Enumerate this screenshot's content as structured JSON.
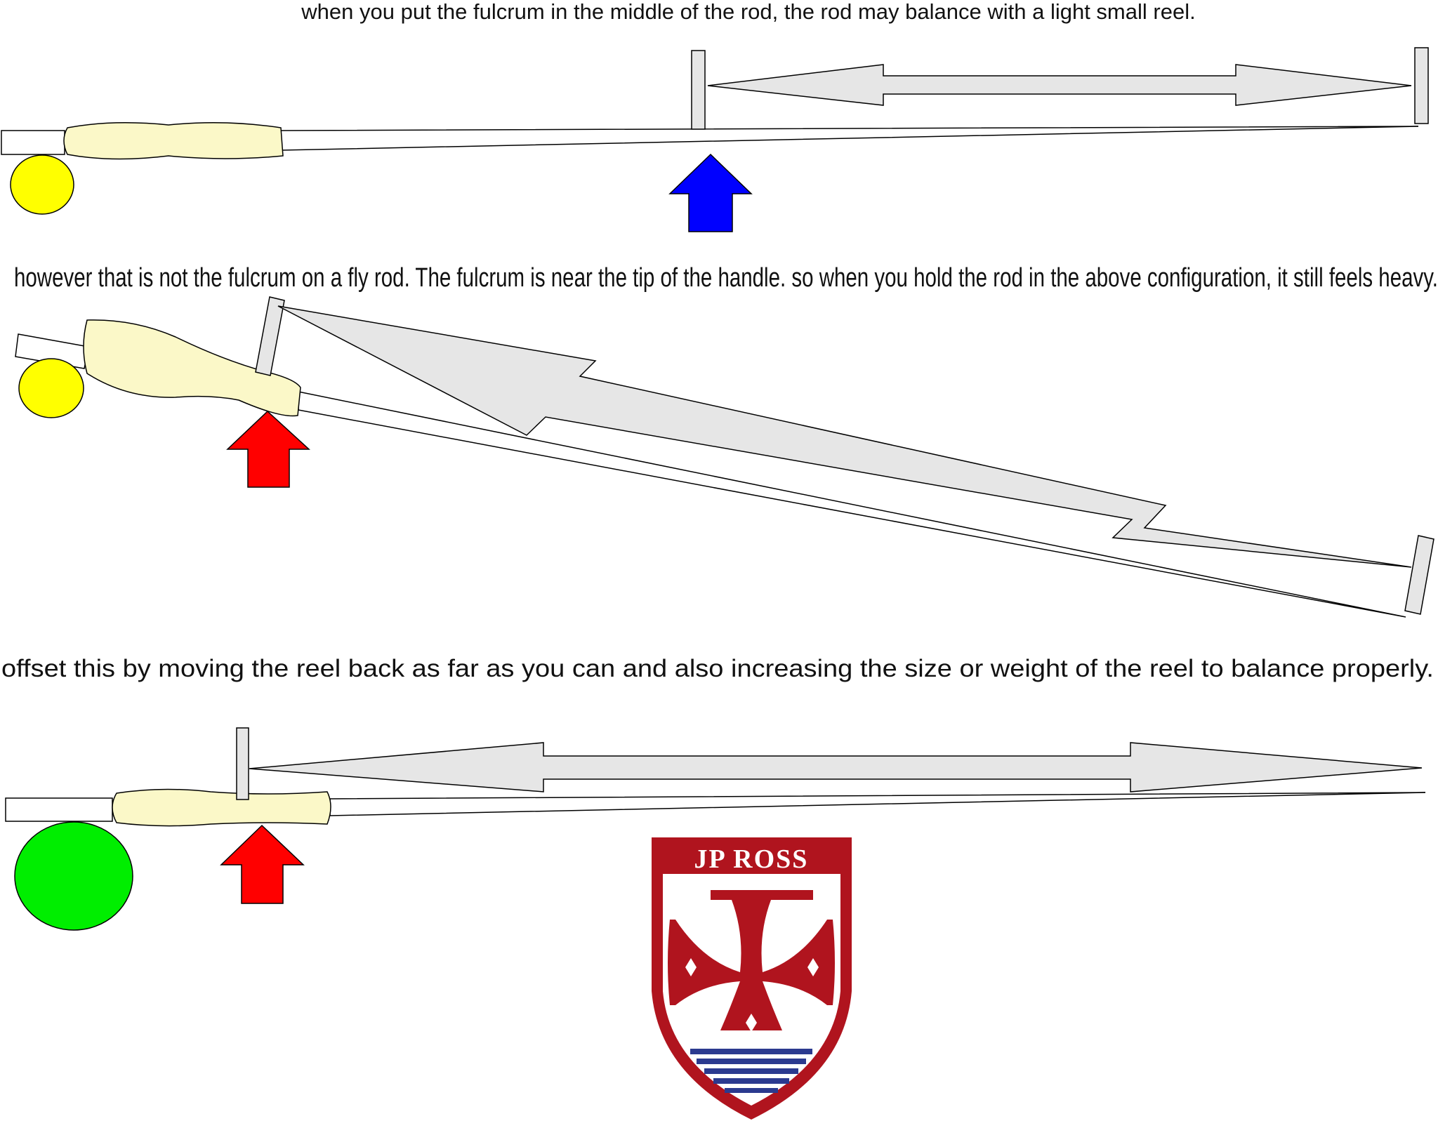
{
  "captions": {
    "top": "when you put the fulcrum in the middle of the rod, the rod may balance with a light small reel.",
    "middle": "however that is not the fulcrum on a fly rod.  The fulcrum is near the tip of the handle.  so when you hold the rod in the above configuration, it still feels heavy.",
    "bottom": "offset this by moving the reel back as far as you can and also increasing the size or weight of the reel to balance properly."
  },
  "logo": {
    "text": "JP ROSS"
  },
  "colors": {
    "background": "#ffffff",
    "grip": "#fbf8c8",
    "rod": "#ffffff",
    "bracket": "#e6e6e6",
    "balance_arrow": "#e6e6e6",
    "reel_small": "#ffff00",
    "reel_large": "#00ee00",
    "fulcrum_center": "#0000ff",
    "fulcrum_handle": "#ff0000",
    "logo_red": "#b0141e",
    "logo_blue": "#2b3a8f"
  },
  "panels": [
    {
      "reel": "small",
      "reel_color": "yellow",
      "fulcrum": "middle of rod",
      "fulcrum_color": "blue"
    },
    {
      "reel": "small",
      "reel_color": "yellow",
      "fulcrum": "tip of handle",
      "fulcrum_color": "red",
      "rod_state": "tilted"
    },
    {
      "reel": "large",
      "reel_color": "green",
      "fulcrum": "tip of handle",
      "fulcrum_color": "red",
      "rod_state": "balanced"
    }
  ]
}
